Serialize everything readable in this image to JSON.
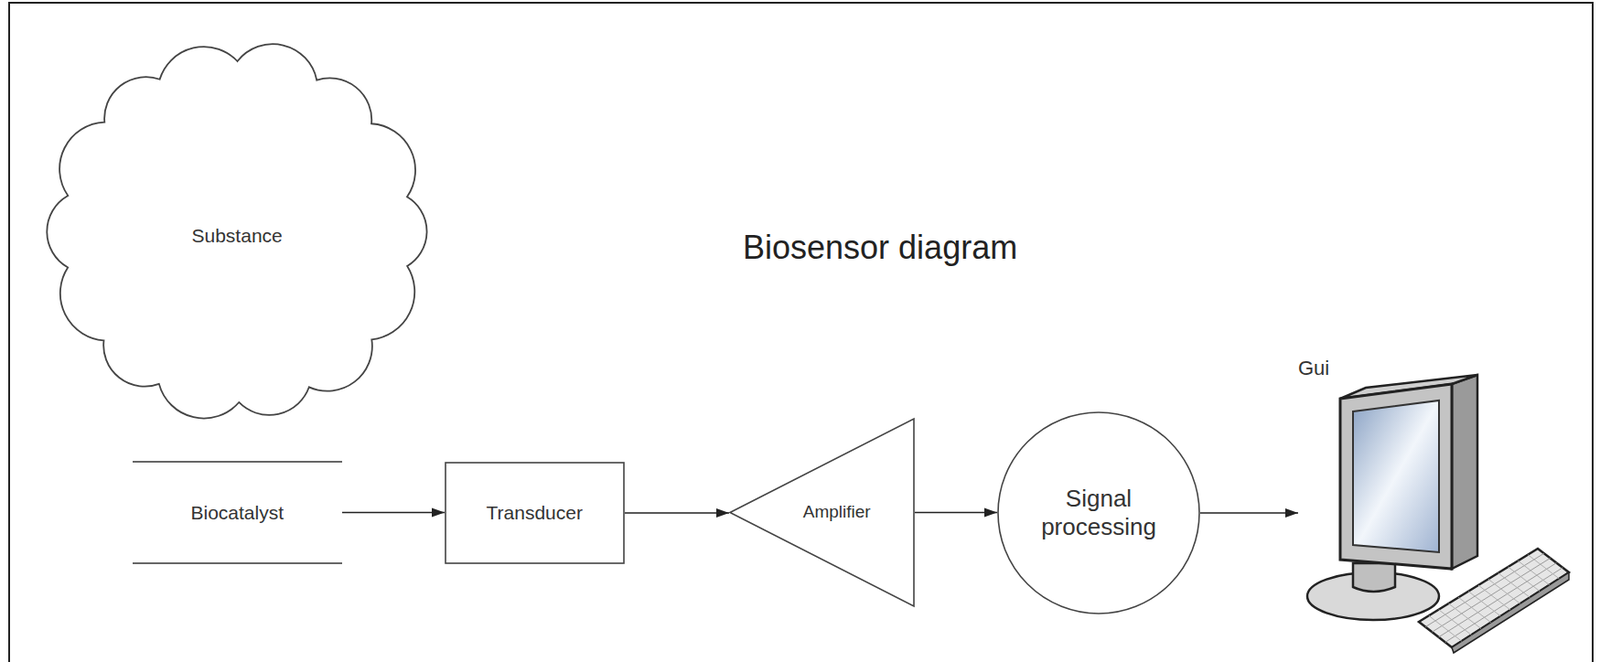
{
  "diagram": {
    "title": "Biosensor diagram",
    "nodes": [
      {
        "text": [
          "Substance"
        ]
      },
      {
        "text": [
          "Biocatalyst"
        ]
      },
      {
        "text": [
          "Transducer"
        ]
      },
      {
        "text": [
          "Amplifier"
        ]
      },
      {
        "text": [
          "Signal processing"
        ]
      },
      {
        "text": [
          "Gui"
        ]
      }
    ],
    "edges": [
      {
        "from": 1,
        "to": 2,
        "arrow": "to"
      },
      {
        "from": 2,
        "to": 3,
        "arrow": "to"
      },
      {
        "from": 3,
        "to": 4,
        "arrow": "to"
      },
      {
        "from": 4,
        "to": 5,
        "arrow": "to"
      }
    ]
  }
}
